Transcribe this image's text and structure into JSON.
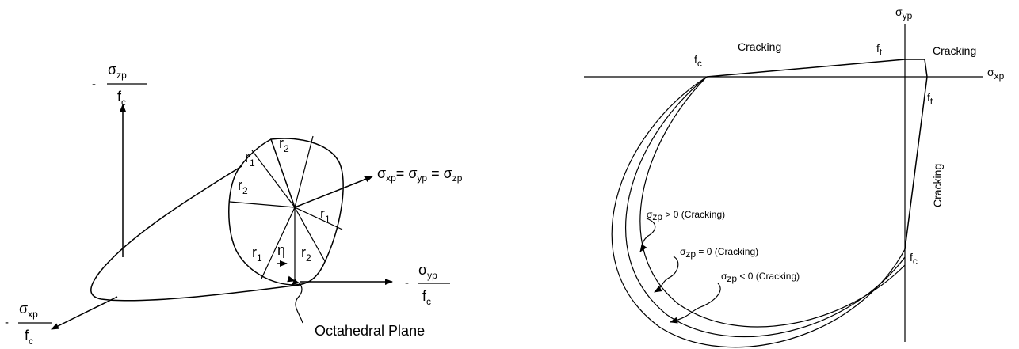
{
  "left_figure": {
    "axis_z": {
      "prefix": "-",
      "symbol": "σ",
      "subscript": "zp",
      "denominator": "f",
      "denominator_sub": "c"
    },
    "axis_y": {
      "prefix": "-",
      "symbol": "σ",
      "subscript": "yp",
      "denominator": "f",
      "denominator_sub": "c"
    },
    "axis_x": {
      "prefix": "-",
      "symbol": "σ",
      "subscript": "xp",
      "denominator": "f",
      "denominator_sub": "c"
    },
    "hydrostatic": {
      "s1": "σ",
      "sub1": "xp",
      "eq1": "= ",
      "s2": "σ",
      "sub2": "yp",
      "eq2": " = ",
      "s3": "σ",
      "sub3": "zp"
    },
    "radius_labels": {
      "r": "r",
      "one": "1",
      "two": "2"
    },
    "angle_label": "η",
    "plane_label": "Octahedral Plane"
  },
  "right_figure": {
    "axis_y": {
      "symbol": "σ",
      "subscript": "yp"
    },
    "axis_x": {
      "symbol": "σ",
      "subscript": "xp"
    },
    "f_label": "f",
    "c_sub": "c",
    "t_sub": "t",
    "cracking": "Cracking",
    "curve_labels": [
      {
        "sub": "zp",
        "rest": " > 0 (Cracking)"
      },
      {
        "sub": "zp",
        "rest": " = 0 (Cracking)"
      },
      {
        "sub": "zp",
        "rest": " < 0 (Cracking)"
      }
    ],
    "sigma": "σ"
  }
}
